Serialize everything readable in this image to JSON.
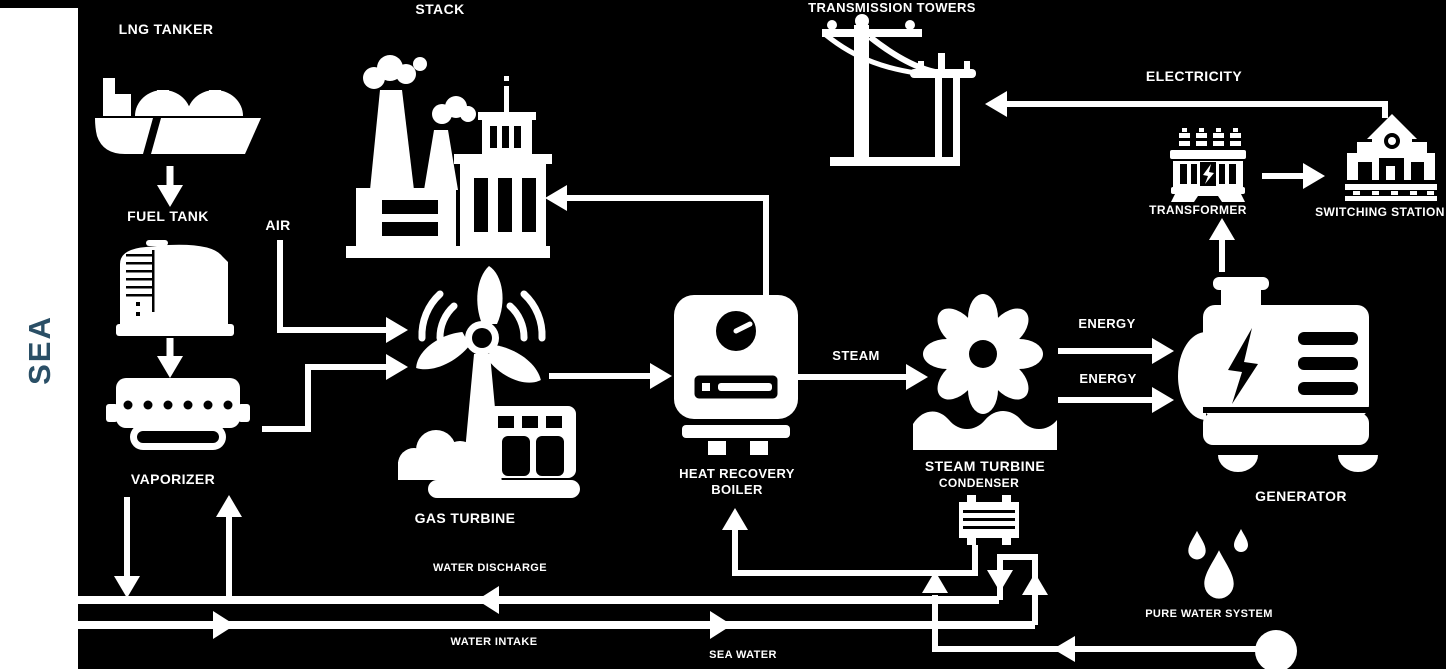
{
  "colors": {
    "background": "#000000",
    "foreground": "#ffffff",
    "sea_label": "#2a4f66"
  },
  "labels": {
    "sea": "SEA",
    "lng_tanker": "LNG TANKER",
    "stack": "STACK",
    "transmission_towers": "TRANSMISSION TOWERS",
    "electricity": "ELECTRICITY",
    "fuel_tank": "FUEL TANK",
    "air": "AIR",
    "vaporizer": "VAPORIZER",
    "gas_turbine": "GAS TURBINE",
    "heat_recovery_boiler": "HEAT RECOVERY BOILER",
    "steam": "STEAM",
    "steam_turbine": "STEAM TURBINE",
    "condenser": "CONDENSER",
    "energy_top": "ENERGY",
    "energy_bottom": "ENERGY",
    "generator": "GENERATOR",
    "transformer": "TRANSFORMER",
    "switching_station": "SWITCHING STATION",
    "water_discharge": "WATER DISCHARGE",
    "water_intake": "WATER INTAKE",
    "sea_water": "SEA WATER",
    "pure_water_system": "PURE WATER SYSTEM"
  },
  "connections": [
    {
      "from": "LNG TANKER",
      "to": "FUEL TANK"
    },
    {
      "from": "FUEL TANK",
      "to": "VAPORIZER"
    },
    {
      "from": "AIR",
      "to": "GAS TURBINE"
    },
    {
      "from": "VAPORIZER",
      "to": "GAS TURBINE"
    },
    {
      "from": "GAS TURBINE",
      "to": "HEAT RECOVERY BOILER"
    },
    {
      "from": "HEAT RECOVERY BOILER",
      "to": "STACK"
    },
    {
      "from": "HEAT RECOVERY BOILER",
      "to": "STEAM TURBINE",
      "label": "STEAM"
    },
    {
      "from": "STEAM TURBINE",
      "to": "GENERATOR",
      "label": "ENERGY"
    },
    {
      "from": "STEAM TURBINE",
      "to": "GENERATOR",
      "label": "ENERGY"
    },
    {
      "from": "GENERATOR",
      "to": "TRANSFORMER"
    },
    {
      "from": "TRANSFORMER",
      "to": "SWITCHING STATION"
    },
    {
      "from": "SWITCHING STATION",
      "to": "TRANSMISSION TOWERS",
      "label": "ELECTRICITY"
    },
    {
      "from": "CONDENSER",
      "to": "HEAT RECOVERY BOILER"
    },
    {
      "from": "SEA",
      "to": "VAPORIZER",
      "label": "WATER INTAKE"
    },
    {
      "from": "VAPORIZER",
      "to": "SEA",
      "label": "WATER DISCHARGE"
    },
    {
      "from": "SEA",
      "to": "CONDENSER",
      "label": "SEA WATER"
    },
    {
      "from": "PURE WATER SYSTEM",
      "to": "HEAT RECOVERY BOILER"
    }
  ]
}
